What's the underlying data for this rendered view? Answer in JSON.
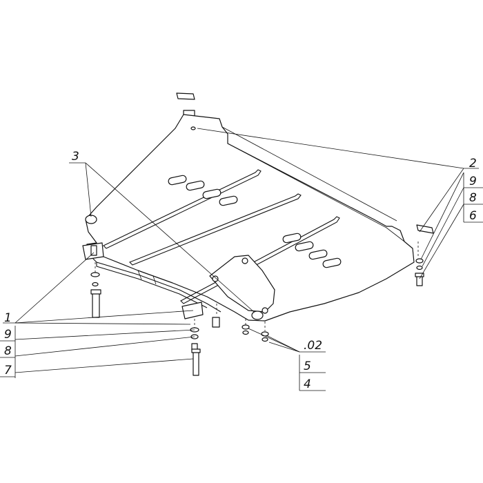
{
  "diagram": {
    "callouts": {
      "c3": "3",
      "c2": "2",
      "c2_stack": [
        "9",
        "8",
        "6"
      ],
      "c1": "1",
      "c1_stack": [
        "9",
        "8",
        "7"
      ],
      "c02": ".02",
      "c02_stack": [
        "5",
        "4"
      ]
    }
  }
}
